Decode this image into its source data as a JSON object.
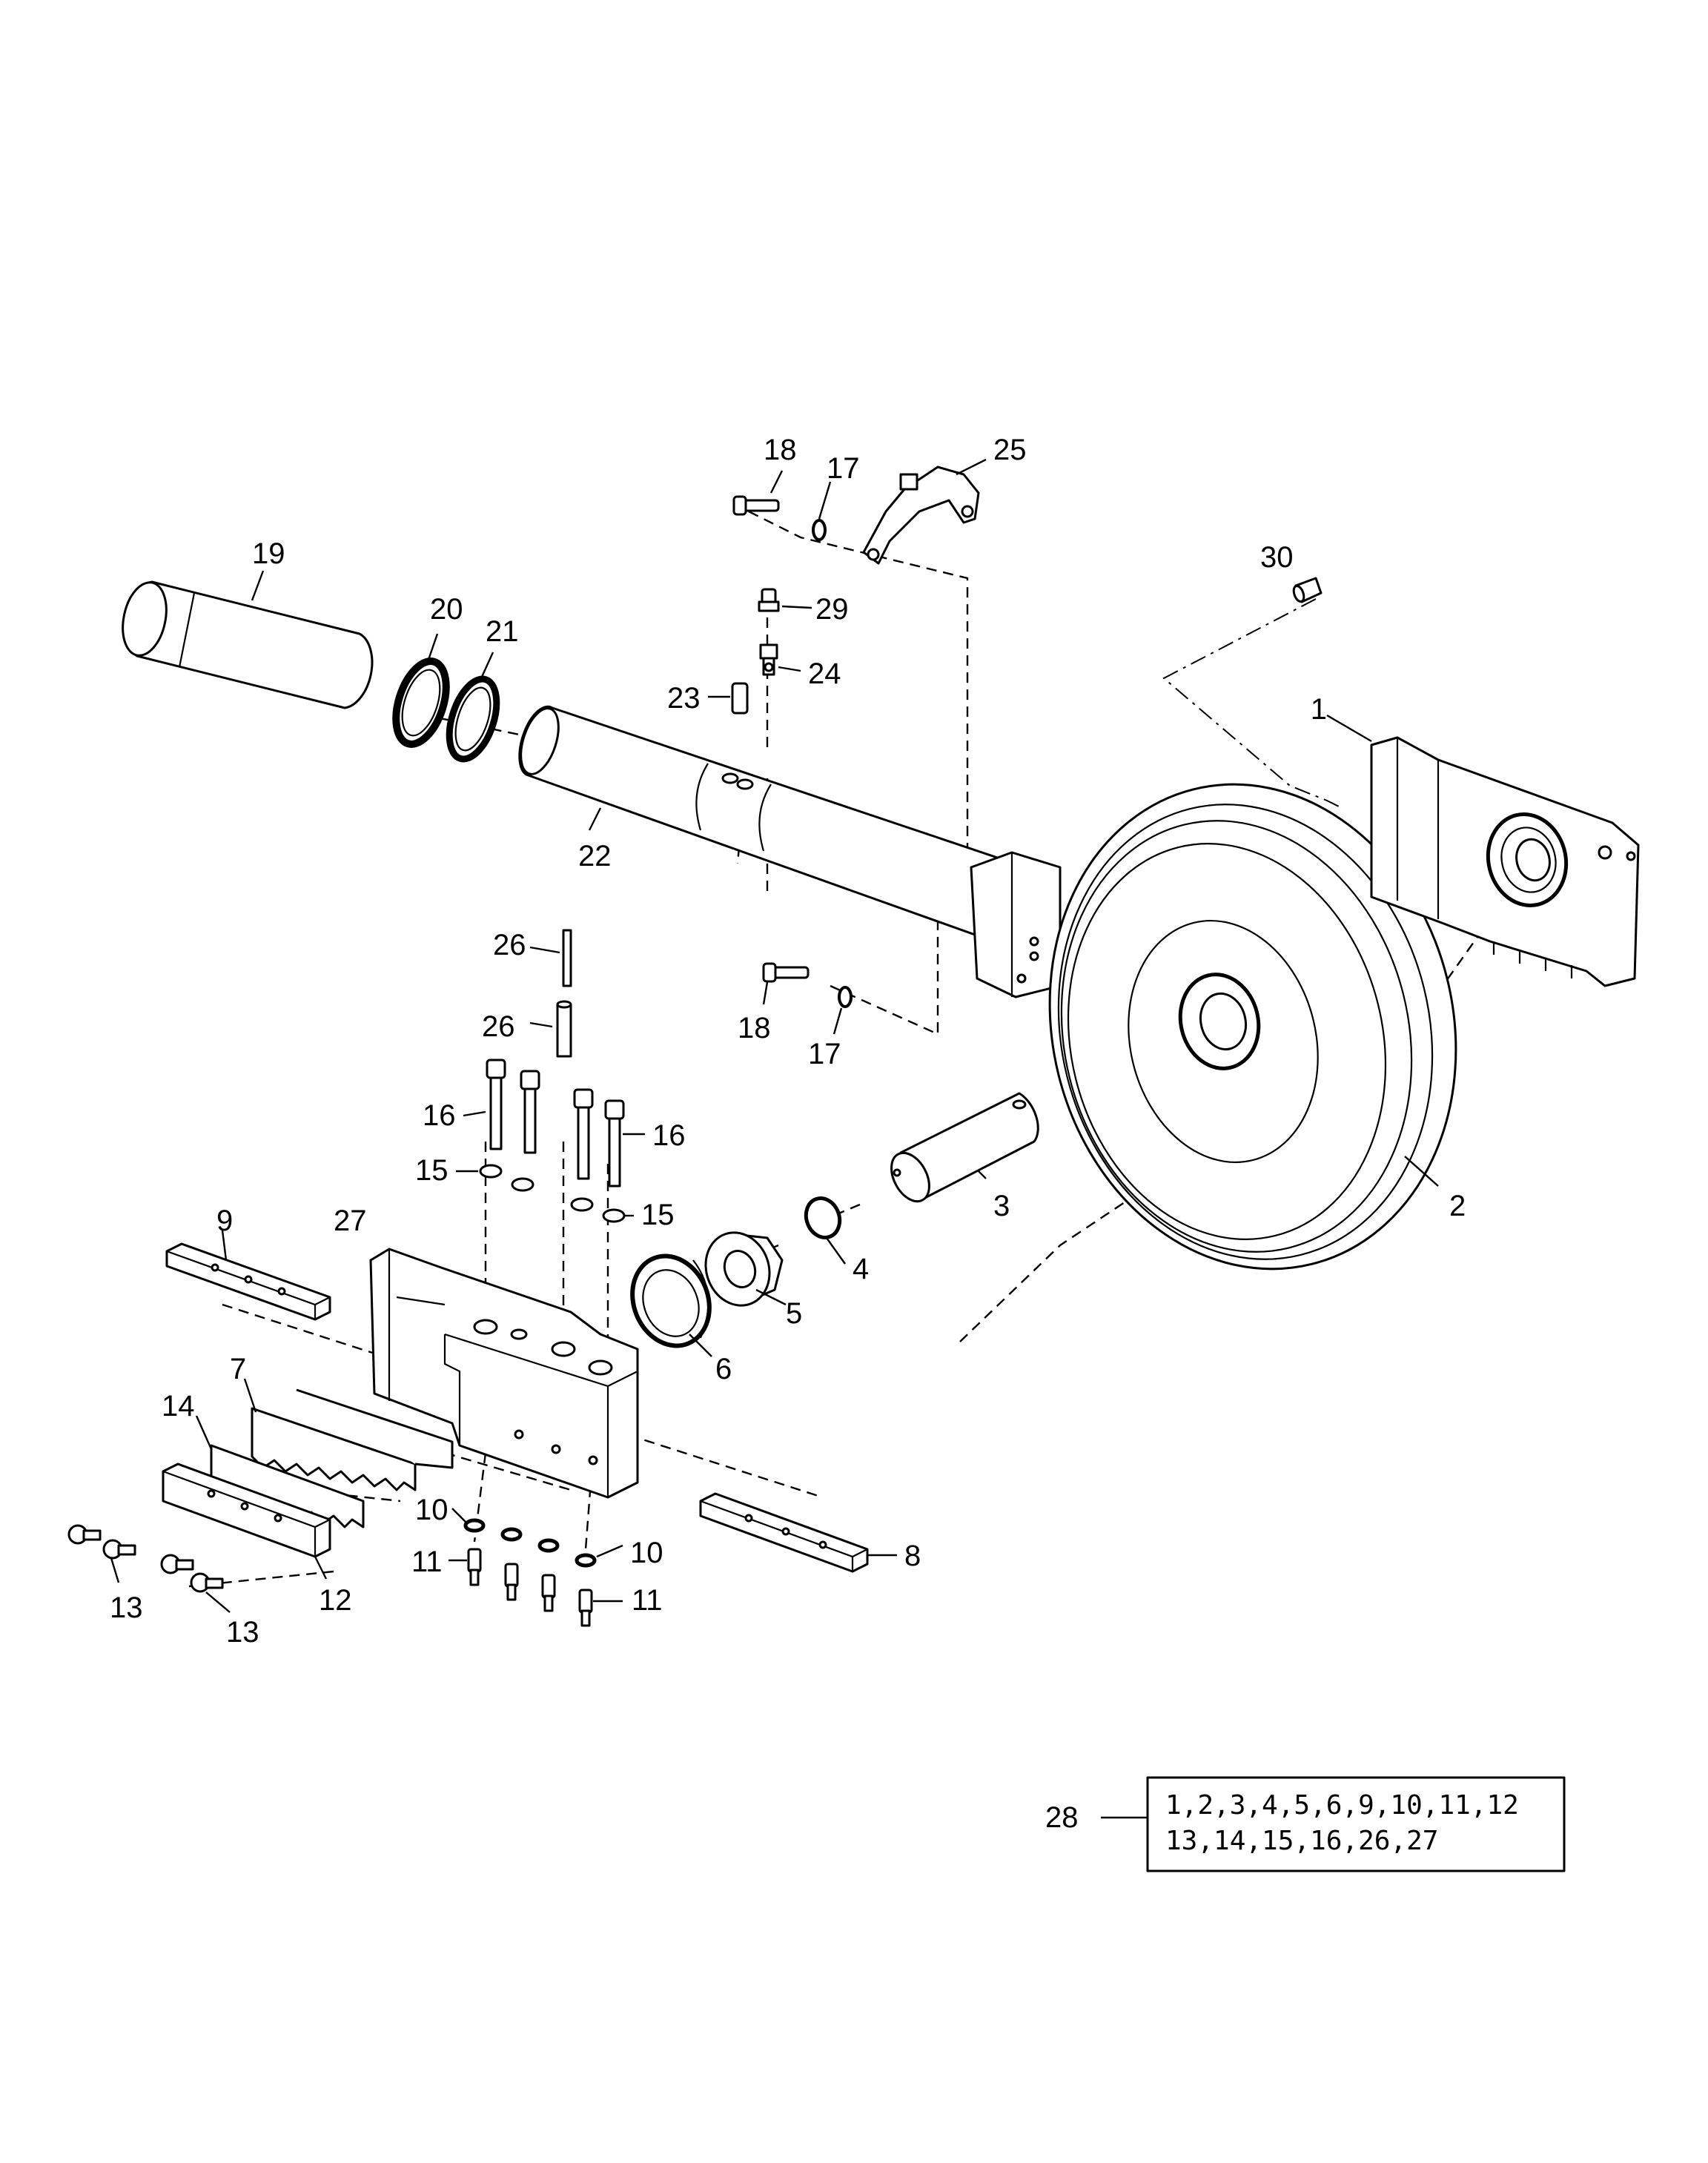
{
  "callouts": [
    "1",
    "2",
    "3",
    "4",
    "5",
    "6",
    "7",
    "8",
    "9",
    "10",
    "10",
    "11",
    "11",
    "12",
    "13",
    "13",
    "14",
    "15",
    "15",
    "16",
    "16",
    "17",
    "17",
    "18",
    "18",
    "19",
    "20",
    "21",
    "22",
    "23",
    "24",
    "25",
    "26",
    "26",
    "27",
    "29",
    "30"
  ],
  "kit": {
    "number": "28",
    "line1": "1,2,3,4,5,6,9,10,11,12",
    "line2": "13,14,15,16,26,27"
  }
}
